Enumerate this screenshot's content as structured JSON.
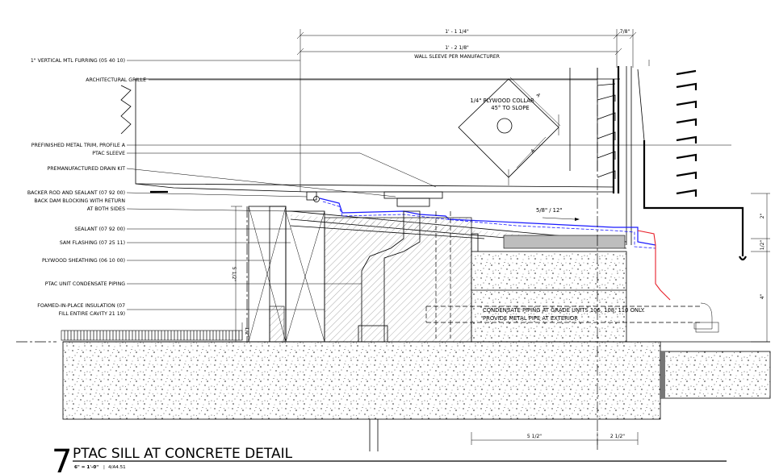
{
  "callouts": [
    {
      "text": "1\" VERTICAL MTL FURRING  (05 40 10)"
    },
    {
      "text": "ARCHITECTURAL GRILLE"
    },
    {
      "text": "PREFINISHED METAL TRIM, PROFILE A"
    },
    {
      "text": "PTAC SLEEVE"
    },
    {
      "text": "PREMANUFACTURED DRAIN KIT"
    },
    {
      "text": "BACKER ROD AND SEALANT  (07 92 00)"
    },
    {
      "text": "BACK DAM BLOCKING WITH RETURN"
    },
    {
      "text": "AT BOTH SIDES"
    },
    {
      "text": "SEALANT  (07 92 00)"
    },
    {
      "text": "SAM FLASHING  (07 25 11)"
    },
    {
      "text": "PLYWOOD SHEATHING  (06 10 00)"
    },
    {
      "text": "PTAC UNIT CONDENSATE PIPING"
    },
    {
      "text": "FOAMED-IN-PLACE INSULATION  (07"
    },
    {
      "text": "FILL ENTIRE CAVITY          21 19)"
    }
  ],
  "notes": {
    "collar_1": "1/4\" PLYWOOD COLLAR",
    "collar_2": "45° TO SLOPE",
    "wall_sleeve": "WALL SLEEVE PER MANUFACTURER",
    "slope": "5/8\" / 12\"",
    "condensate_1": "CONDENSATE PIPING AT GRADE UNITS 106, 108, 110 ONLY.",
    "condensate_2": "PROVIDE METAL PIPE AT EXTERIOR",
    "diag_a": "A",
    "diag_b": "A"
  },
  "dimensions": {
    "top_1": "1' - 1 1/4\"",
    "top_2": "7/8\"",
    "top_3": "1' - 2 1/8\"",
    "left_vert": "5 1/2\"",
    "small_vert": "1/2\"",
    "right_2": "2\"",
    "right_half": "1/2\"",
    "right_4": "4\"",
    "bottom_1": "5 1/2\"",
    "bottom_2": "2 1/2\""
  },
  "title_block": {
    "number": "7",
    "title": "PTAC SILL AT CONCRETE DETAIL",
    "scale": "6\" = 1'-0\"",
    "sheet_ref": "4/A4.51"
  },
  "colors": {
    "line": "#000000",
    "flashing_blue": "#1a1aff",
    "flashing_red": "#e8202a",
    "fill_grey": "#bdbdbd"
  }
}
